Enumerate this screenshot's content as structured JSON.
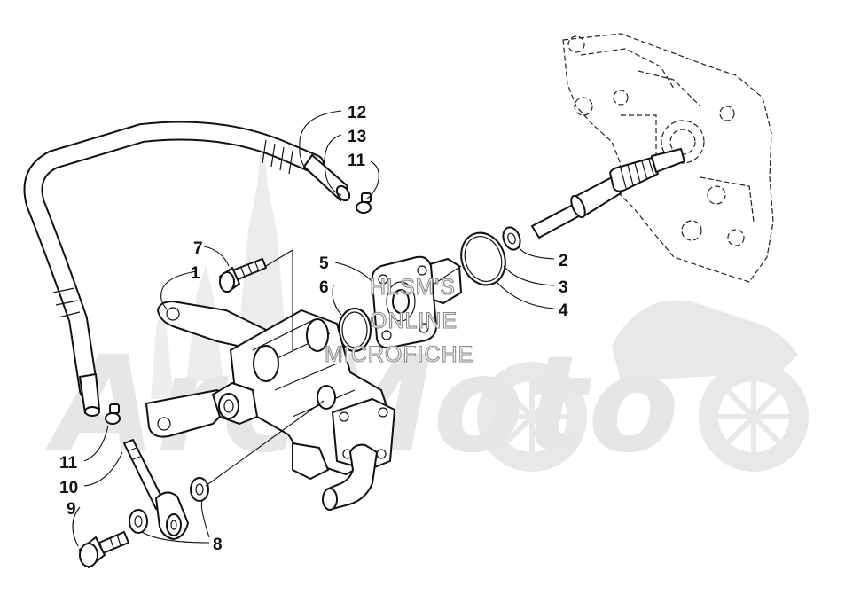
{
  "diagram": {
    "callouts": [
      {
        "id": "c12a",
        "label": "12"
      },
      {
        "id": "c13",
        "label": "13"
      },
      {
        "id": "c11a",
        "label": "11"
      },
      {
        "id": "c7",
        "label": "7"
      },
      {
        "id": "c1",
        "label": "1"
      },
      {
        "id": "c5",
        "label": "5"
      },
      {
        "id": "c6",
        "label": "6"
      },
      {
        "id": "c2",
        "label": "2"
      },
      {
        "id": "c3",
        "label": "3"
      },
      {
        "id": "c4",
        "label": "4"
      },
      {
        "id": "c11b",
        "label": "11"
      },
      {
        "id": "c10",
        "label": "10"
      },
      {
        "id": "c9",
        "label": "9"
      },
      {
        "id": "c8",
        "label": "8"
      }
    ],
    "watermark": {
      "line1": "HLSM'S",
      "line2": "ONLINE",
      "line3": "MICROFICHE",
      "logo": "ArcMoto"
    }
  }
}
